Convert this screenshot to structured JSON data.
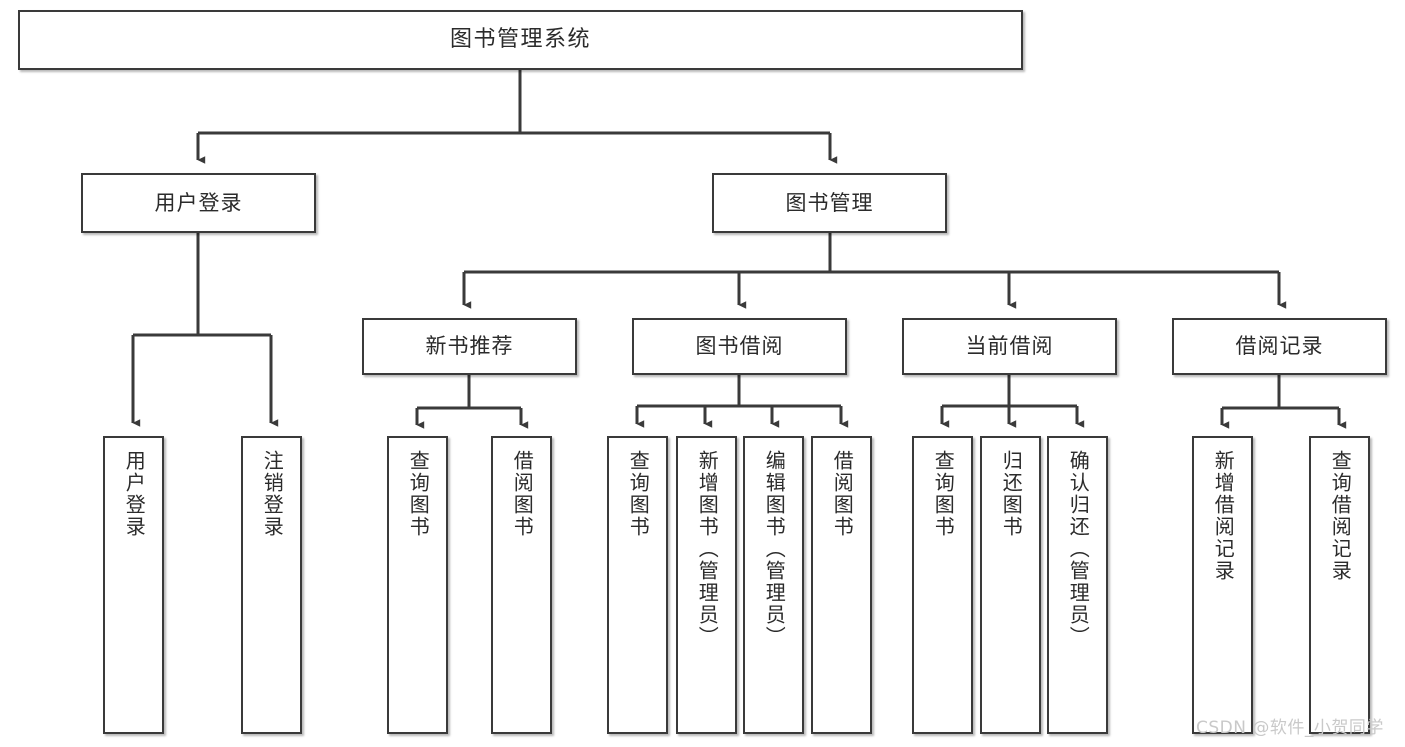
{
  "diagram": {
    "type": "tree",
    "title": "图书管理系统",
    "root": {
      "id": "root",
      "label": "图书管理系统"
    },
    "level2": [
      {
        "id": "user-login",
        "label": "用户登录"
      },
      {
        "id": "book-manage",
        "label": "图书管理"
      }
    ],
    "level3": [
      {
        "id": "new-book-rec",
        "label": "新书推荐",
        "parent": "book-manage"
      },
      {
        "id": "book-borrow",
        "label": "图书借阅",
        "parent": "book-manage"
      },
      {
        "id": "current-borrow",
        "label": "当前借阅",
        "parent": "book-manage"
      },
      {
        "id": "borrow-record",
        "label": "借阅记录",
        "parent": "book-manage"
      }
    ],
    "leaves": [
      {
        "id": "leaf-user-login",
        "label": "用户登录",
        "parent": "user-login"
      },
      {
        "id": "leaf-logout",
        "label": "注销登录",
        "parent": "user-login"
      },
      {
        "id": "leaf-query-book-1",
        "label": "查询图书",
        "parent": "new-book-rec"
      },
      {
        "id": "leaf-borrow-book-1",
        "label": "借阅图书",
        "parent": "new-book-rec"
      },
      {
        "id": "leaf-query-book-2",
        "label": "查询图书",
        "parent": "book-borrow"
      },
      {
        "id": "leaf-add-book",
        "label": "新增图书（管理员）",
        "parent": "book-borrow"
      },
      {
        "id": "leaf-edit-book",
        "label": "编辑图书（管理员）",
        "parent": "book-borrow"
      },
      {
        "id": "leaf-borrow-book-2",
        "label": "借阅图书",
        "parent": "book-borrow"
      },
      {
        "id": "leaf-query-book-3",
        "label": "查询图书",
        "parent": "current-borrow"
      },
      {
        "id": "leaf-return-book",
        "label": "归还图书",
        "parent": "current-borrow"
      },
      {
        "id": "leaf-confirm-return",
        "label": "确认归还（管理员）",
        "parent": "current-borrow"
      },
      {
        "id": "leaf-add-record",
        "label": "新增借阅记录",
        "parent": "borrow-record"
      },
      {
        "id": "leaf-query-record",
        "label": "查询借阅记录",
        "parent": "borrow-record"
      }
    ],
    "colors": {
      "border": "#3a3a3a",
      "background": "#ffffff",
      "text": "#2b2b2b",
      "edge": "#3a3a3a",
      "watermark": "#c9c9c9"
    }
  },
  "watermark": {
    "text": "CSDN @软件_小贺同学"
  }
}
